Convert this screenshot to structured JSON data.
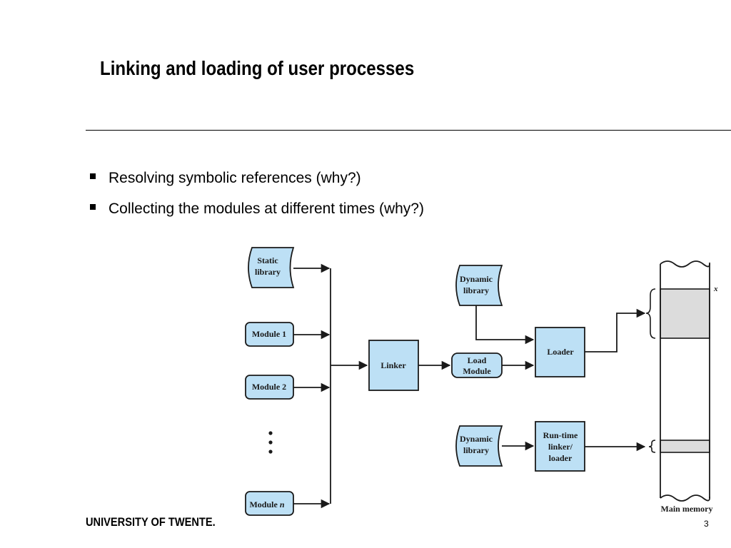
{
  "slide": {
    "title": "Linking and loading of user processes",
    "bullets": [
      "Resolving symbolic references (why?)",
      "Collecting the modules at different times (why?)"
    ],
    "page_number": "3",
    "footer_logo": "UNIVERSITY OF TWENTE."
  },
  "diagram": {
    "static_library": [
      "Static",
      "library"
    ],
    "module_1": "Module 1",
    "module_2": "Module 2",
    "module_n_prefix": "Module ",
    "module_n_var": "n",
    "linker": "Linker",
    "load_module": [
      "Load",
      "Module"
    ],
    "dynamic_library_top": [
      "Dynamic",
      "library"
    ],
    "dynamic_library_bottom": [
      "Dynamic",
      "library"
    ],
    "loader": "Loader",
    "runtime_linker": [
      "Run-time",
      "linker/",
      "loader"
    ],
    "x_label": "x",
    "main_memory_label": "Main memory"
  },
  "colors": {
    "box_fill": "#bde0f5",
    "memory_segment_fill": "#dcdcdc",
    "stroke": "#1a1a1a"
  }
}
